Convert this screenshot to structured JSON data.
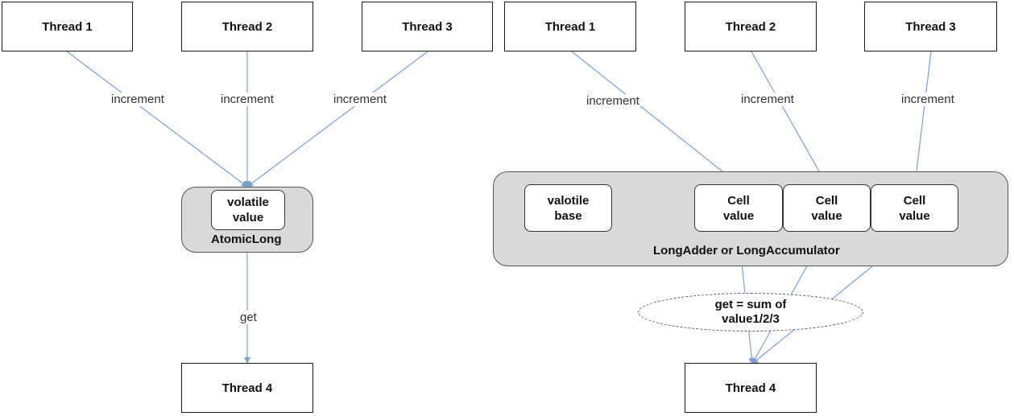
{
  "left": {
    "threads": [
      "Thread 1",
      "Thread 2",
      "Thread 3"
    ],
    "edge_increment": "increment",
    "inner_label": "volatile\nvalue",
    "container_label": "AtomicLong",
    "edge_get": "get",
    "reader": "Thread 4"
  },
  "right": {
    "threads": [
      "Thread 1",
      "Thread 2",
      "Thread 3"
    ],
    "edge_increment": "increment",
    "base_label": "valotile\nbase",
    "cell_labels": [
      "Cell\nvalue",
      "Cell\nvalue",
      "Cell\nvalue"
    ],
    "container_label": "LongAdder or LongAccumulator",
    "sum_label": "get = sum of\nvalue1/2/3",
    "reader": "Thread 4"
  },
  "colors": {
    "edge": "#7a9fd4",
    "container_fill": "#d9d9d9"
  }
}
